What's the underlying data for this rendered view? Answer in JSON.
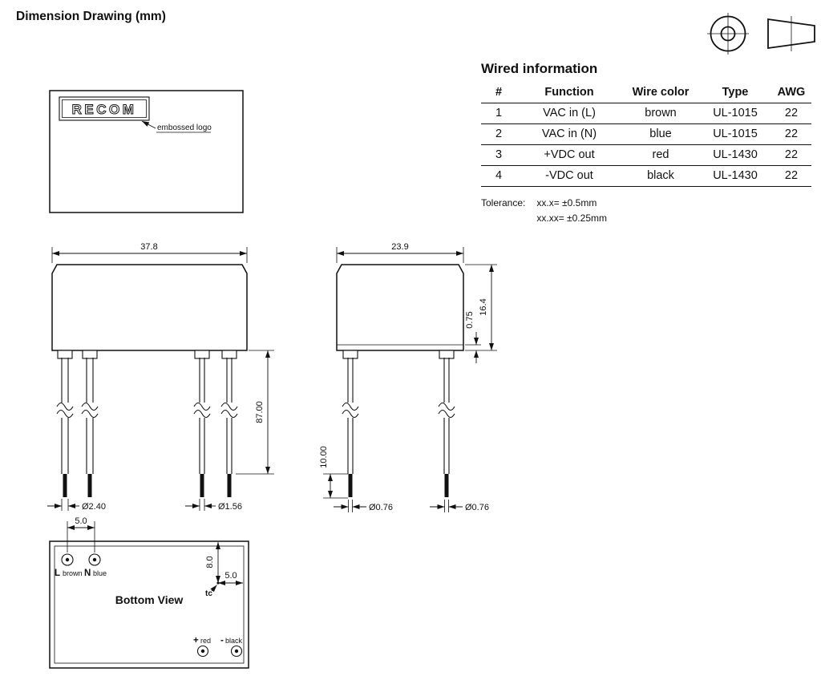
{
  "page": {
    "title": "Dimension Drawing (mm)",
    "ink": "#111111"
  },
  "icons": {
    "projection_front": "circle-crosshair",
    "projection_side": "truncated-cone"
  },
  "wired": {
    "title": "Wired information",
    "headers": [
      "#",
      "Function",
      "Wire color",
      "Type",
      "AWG"
    ],
    "rows": [
      [
        "1",
        "VAC in (L)",
        "brown",
        "UL-1015",
        "22"
      ],
      [
        "2",
        "VAC in (N)",
        "blue",
        "UL-1015",
        "22"
      ],
      [
        "3",
        "+VDC out",
        "red",
        "UL-1430",
        "22"
      ],
      [
        "4",
        "-VDC out",
        "black",
        "UL-1430",
        "22"
      ]
    ],
    "tolerance_label": "Tolerance:",
    "tolerances": [
      "xx.x= ±0.5mm",
      "xx.xx= ±0.25mm"
    ]
  },
  "top_view": {
    "logo": "RECOM",
    "embossed_label": "embossed logo"
  },
  "front_view": {
    "dim_width": "37.8",
    "dim_lead_length": "87.00",
    "dim_wire_dia_left_pair": "Ø2.40",
    "dim_wire_dia_right_pair": "Ø1.56"
  },
  "side_view": {
    "dim_depth": "23.9",
    "dim_height": "16.4",
    "dim_standoff": "0.75",
    "dim_strip_length": "10.00",
    "dim_tip_dia_left": "Ø0.76",
    "dim_tip_dia_right": "Ø0.76"
  },
  "bottom_view": {
    "title": "Bottom View",
    "pin_l": "L",
    "pin_l_color": "brown",
    "pin_n": "N",
    "pin_n_color": "blue",
    "pin_pos": "+",
    "pin_pos_color": "red",
    "pin_neg": "-",
    "pin_neg_color": "black",
    "tc_label": "tc",
    "dim_pin_spacing": "5.0",
    "dim_tc_from_top": "8.0",
    "dim_tc_from_right": "5.0"
  }
}
